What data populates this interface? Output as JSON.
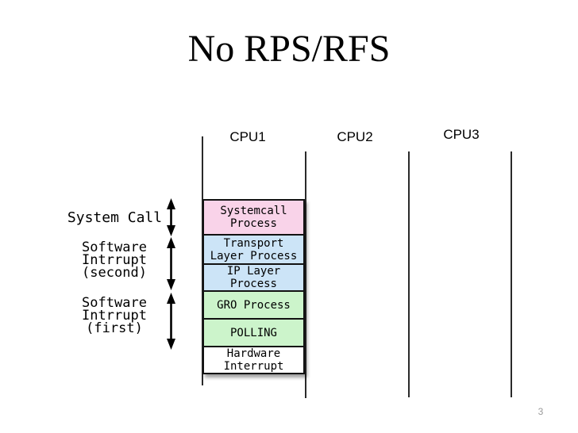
{
  "title": "No RPS/RFS",
  "page_number": "3",
  "cpus": [
    {
      "label": "CPU1"
    },
    {
      "label": "CPU2"
    },
    {
      "label": "CPU3"
    }
  ],
  "left_labels": {
    "system_call": {
      "line1": "System Call"
    },
    "software_interrupt_second": {
      "line1": "Software",
      "line2": "Intrrupt",
      "line3": "(second)"
    },
    "software_interrupt_first": {
      "line1": "Software",
      "line2": "Intrrupt",
      "line3": "(first)"
    }
  },
  "stack": {
    "boxes": [
      {
        "name": "systemcall-process",
        "line1": "Systemcall",
        "line2": "Process",
        "color": "#f9d3e9"
      },
      {
        "name": "transport-layer-process",
        "line1": "Transport",
        "line2": "Layer Process",
        "color": "#cce4f7"
      },
      {
        "name": "ip-layer-process",
        "line1": "IP Layer",
        "line2": "Process",
        "color": "#cce4f7"
      },
      {
        "name": "gro-process",
        "line1": "GRO Process",
        "line2": "",
        "color": "#ccf4cb"
      },
      {
        "name": "polling",
        "line1": "POLLING",
        "line2": "",
        "color": "#ccf4cb"
      },
      {
        "name": "hardware-interrupt",
        "line1": "Hardware",
        "line2": "Interrupt",
        "color": "#ffffff"
      }
    ]
  },
  "colors": {
    "background": "#ffffff",
    "box_border": "#121212",
    "lane_line": "#2a2a2a",
    "page_number": "#9a9a9a"
  }
}
